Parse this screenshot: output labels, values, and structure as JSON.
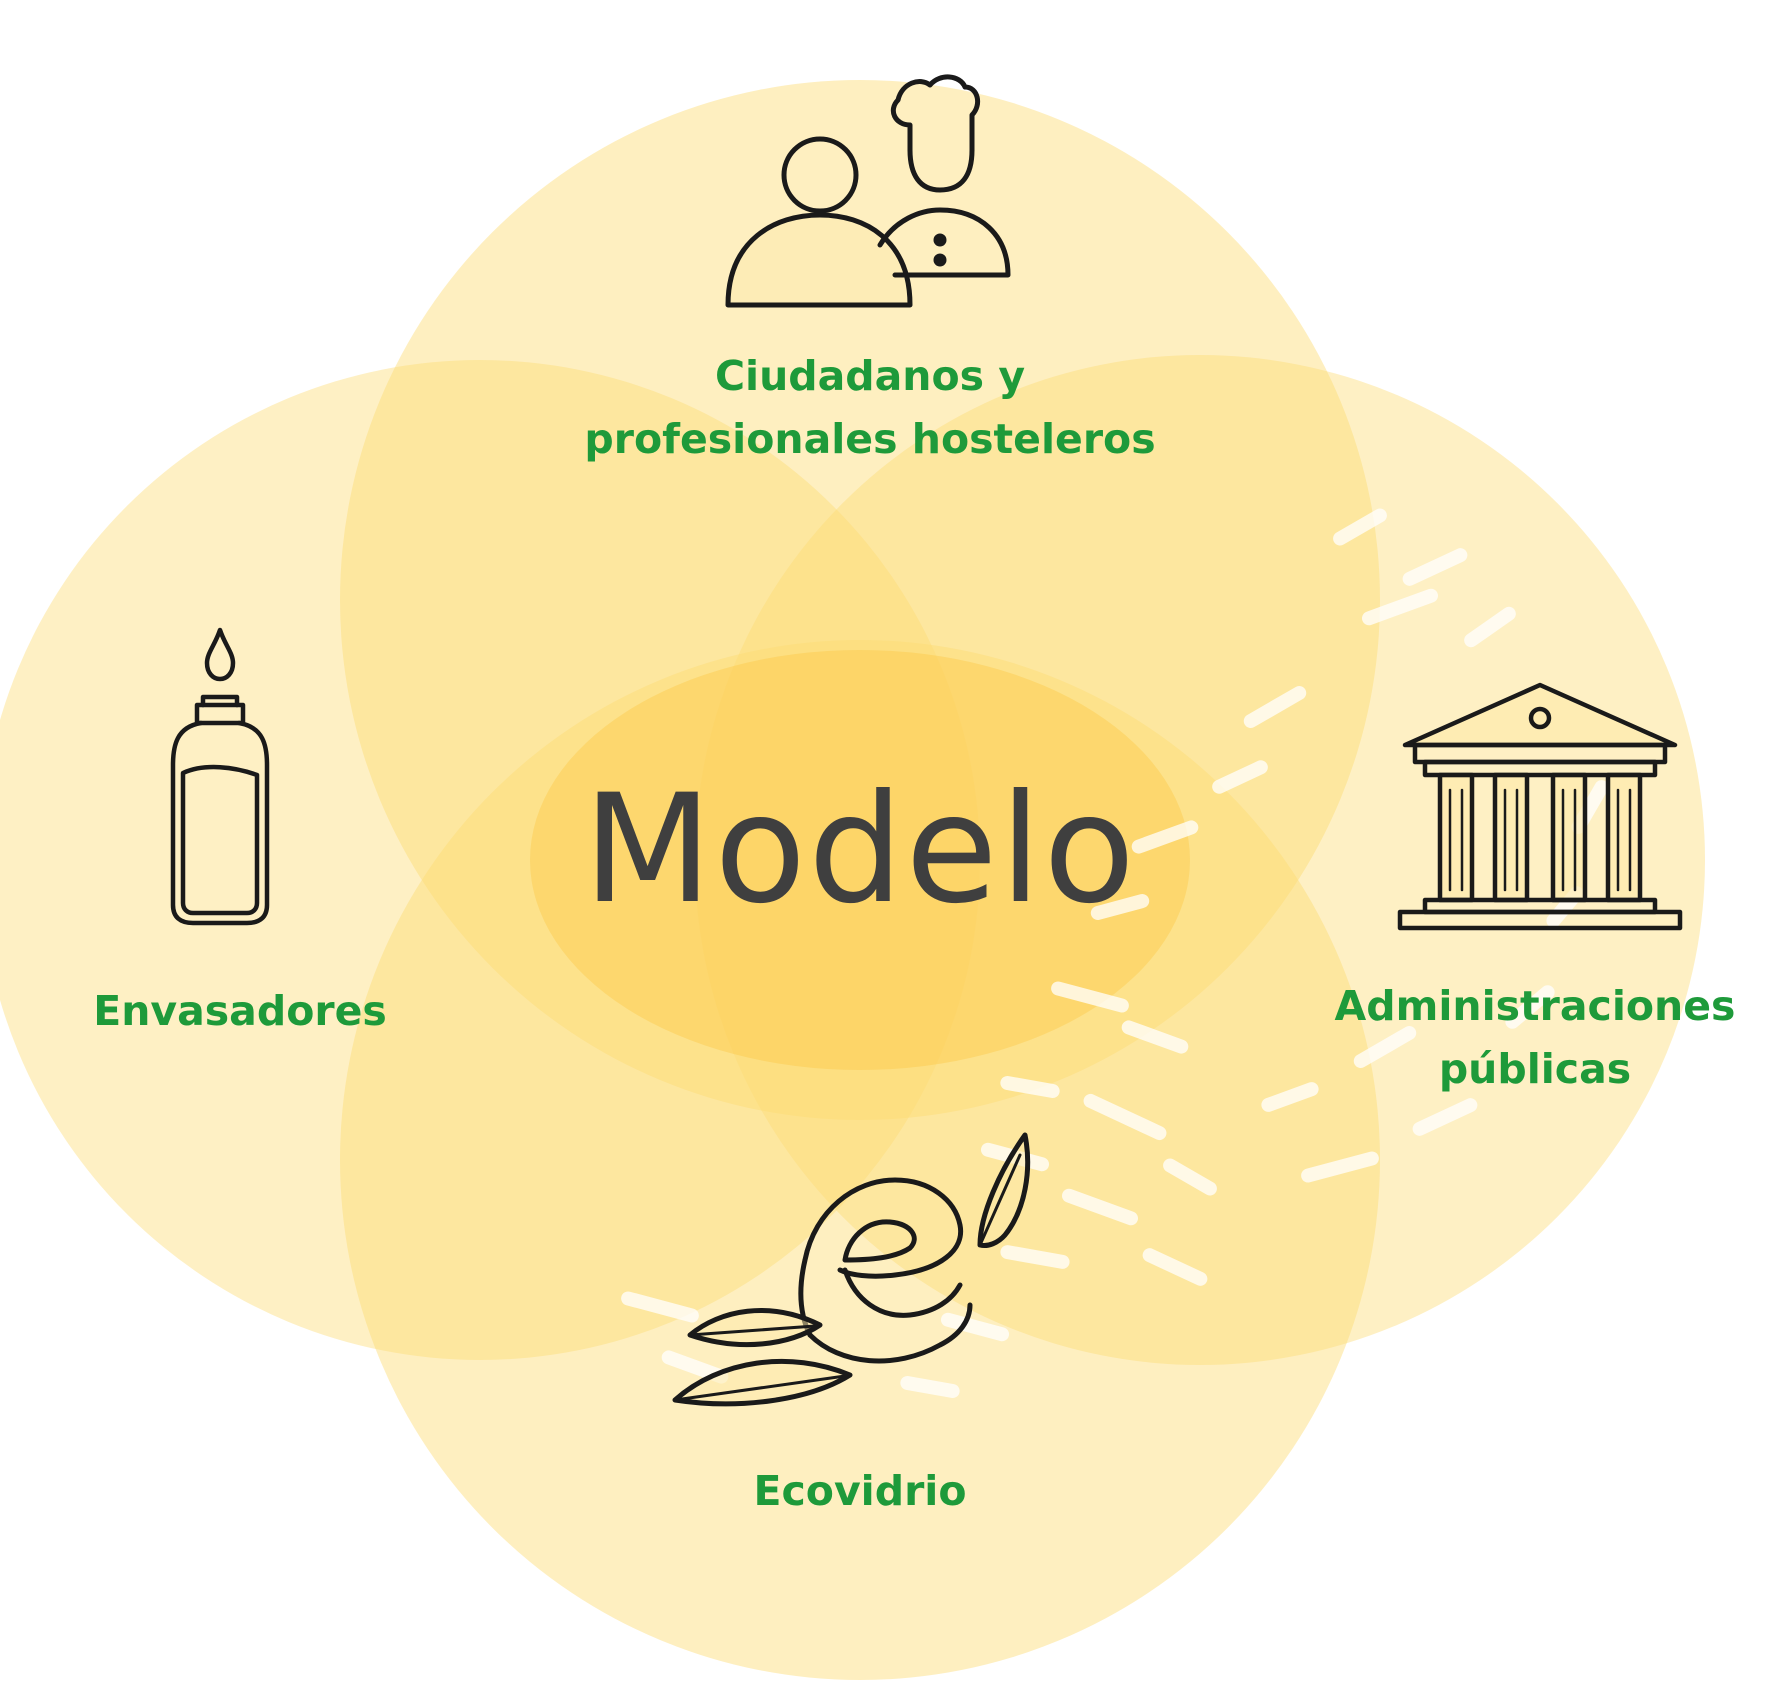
{
  "diagram": {
    "center_label": "Modelo",
    "actors": [
      {
        "id": "ciudadanos",
        "line1": "Ciudadanos y",
        "line2": "profesionales hosteleros",
        "icon": "people-chef-icon"
      },
      {
        "id": "envasadores",
        "line1": "Envasadores",
        "icon": "bottle-icon"
      },
      {
        "id": "administraciones",
        "line1": "Administraciones",
        "line2": "públicas",
        "icon": "government-building-icon"
      },
      {
        "id": "ecovidrio",
        "line1": "Ecovidrio",
        "icon": "ecovidrio-leaf-logo-icon"
      }
    ]
  },
  "colors": {
    "circle_fill": "#FDDC73",
    "circle_fill_light": "#FDE9A8",
    "center_overlap": "#FBC43A",
    "label_green": "#1E9A3A",
    "center_text": "#3F3F3F",
    "icon_stroke": "#1A1A1A"
  }
}
